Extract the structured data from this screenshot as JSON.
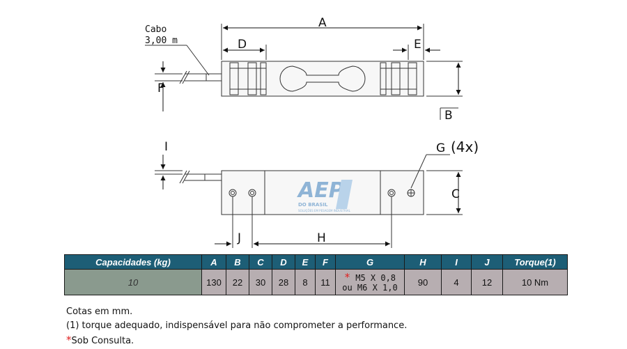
{
  "drawing": {
    "cable_label": "Cabo",
    "cable_length": "3,00 m",
    "dim_A": "A",
    "dim_B": "B",
    "dim_C": "C",
    "dim_D": "D",
    "dim_E": "E",
    "dim_F": "F",
    "dim_G": "G",
    "dim_G_qty": "(4x)",
    "dim_H": "H",
    "dim_I": "I",
    "dim_J": "J",
    "logo_text": "AEP",
    "logo_sub": "DO BRASIL",
    "logo_tagline": "SOLUÇÕES EM PESAGEM INDUSTRIAL"
  },
  "table": {
    "headers": [
      "Capacidades (kg)",
      "A",
      "B",
      "C",
      "D",
      "E",
      "F",
      "G",
      "H",
      "I",
      "J",
      "Torque(1)"
    ],
    "row": {
      "capacity": "10",
      "A": "130",
      "B": "22",
      "C": "30",
      "D": "28",
      "E": "8",
      "F": "11",
      "G_star": "*",
      "G_line1": "M5 X 0,8",
      "G_line2": "ou M6 X 1,0",
      "H": "90",
      "I": "4",
      "J": "12",
      "torque": "10 Nm"
    }
  },
  "notes": {
    "line1": "Cotas em mm.",
    "line2": "(1) torque adequado, indispensável para não comprometer a performance.",
    "line3_star": "*",
    "line3": "Sob Consulta."
  },
  "colors": {
    "header_bg": "#1d5e76",
    "cell_bg": "#b7aeb1",
    "capacity_bg": "#8a9a8e",
    "star": "#e02020",
    "logo": "#8fb4d6"
  }
}
